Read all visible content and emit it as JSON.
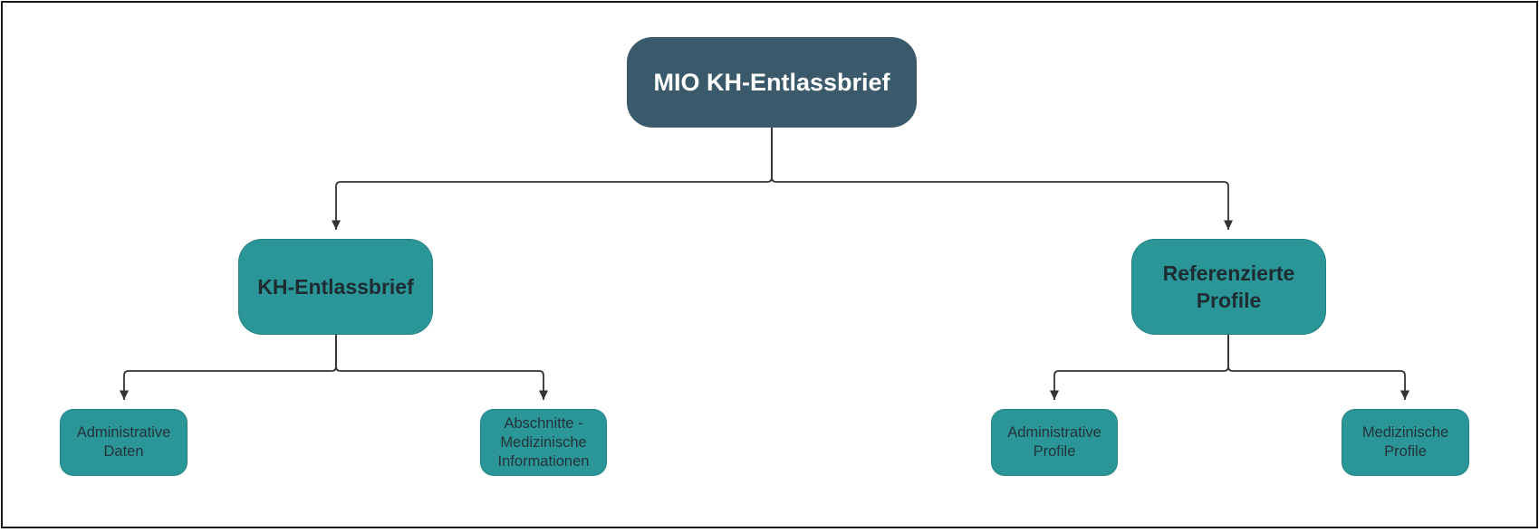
{
  "diagram": {
    "title": "MIO KH-Entlassbrief",
    "colors": {
      "background": "#ffffff",
      "canvas_border": "#1a1a1a",
      "root_fill": "#3a5a6b",
      "root_text": "#ffffff",
      "node_fill": "#2a9697",
      "node_text": "#25333b",
      "node_text_bold": "#1e2b33",
      "line": "#333333"
    },
    "nodes": {
      "root": {
        "label": "MIO KH-Entlassbrief"
      },
      "kh": {
        "label": "KH-Entlassbrief"
      },
      "ref": {
        "label": "Referenzierte Profile"
      },
      "admin_daten": {
        "label": "Administrative Daten"
      },
      "abschnitte": {
        "label": "Abschnitte - Medizinische Informationen"
      },
      "admin_profile": {
        "label": "Administrative Profile"
      },
      "med_profile": {
        "label": "Medizinische Profile"
      }
    },
    "edges": [
      {
        "from": "MIO KH-Entlassbrief",
        "to": "KH-Entlassbrief"
      },
      {
        "from": "MIO KH-Entlassbrief",
        "to": "Referenzierte Profile"
      },
      {
        "from": "KH-Entlassbrief",
        "to": "Administrative Daten"
      },
      {
        "from": "KH-Entlassbrief",
        "to": "Abschnitte - Medizinische Informationen"
      },
      {
        "from": "Referenzierte Profile",
        "to": "Administrative Profile"
      },
      {
        "from": "Referenzierte Profile",
        "to": "Medizinische Profile"
      }
    ]
  }
}
